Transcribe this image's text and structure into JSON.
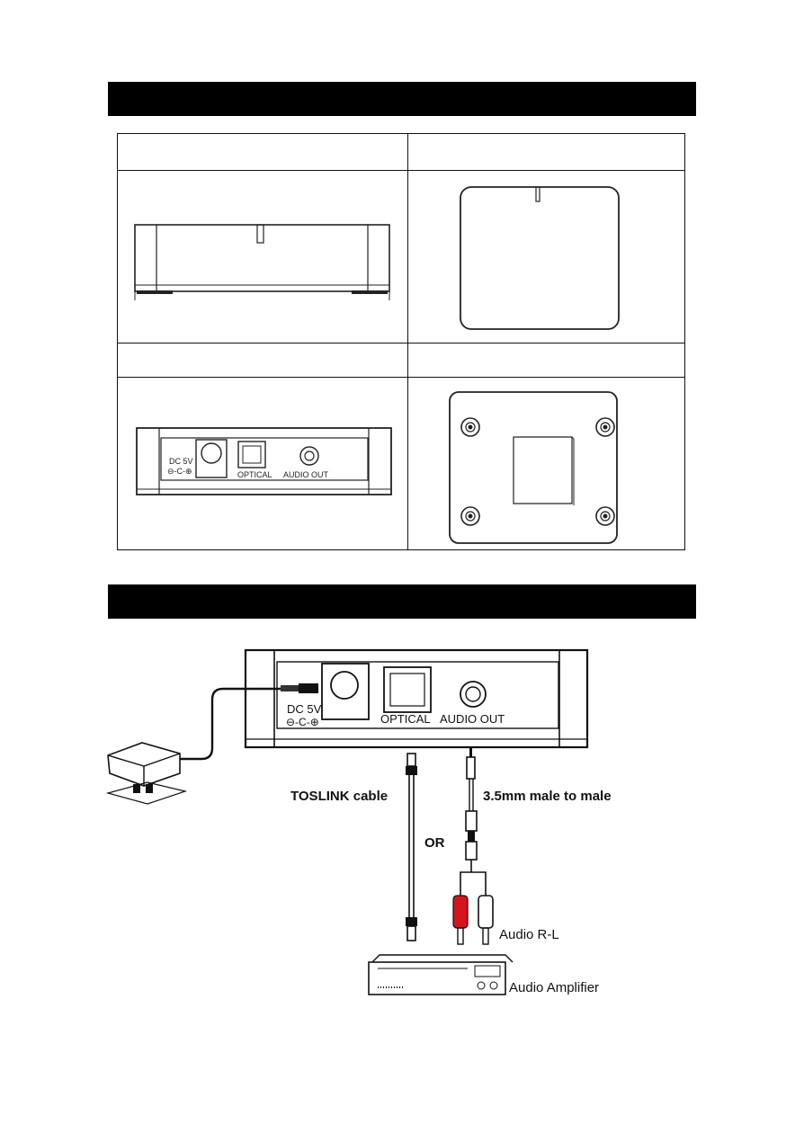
{
  "panel_labels": {
    "dc": "DC 5V",
    "optical": "OPTICAL",
    "audio_out": "AUDIO OUT"
  },
  "connection": {
    "dc": "DC 5V",
    "optical": "OPTICAL",
    "audio_out": "AUDIO OUT",
    "toslink": "TOSLINK cable",
    "aux_cable": "3.5mm male to male",
    "or": "OR",
    "rca": "Audio R-L",
    "amplifier": "Audio Amplifier"
  }
}
